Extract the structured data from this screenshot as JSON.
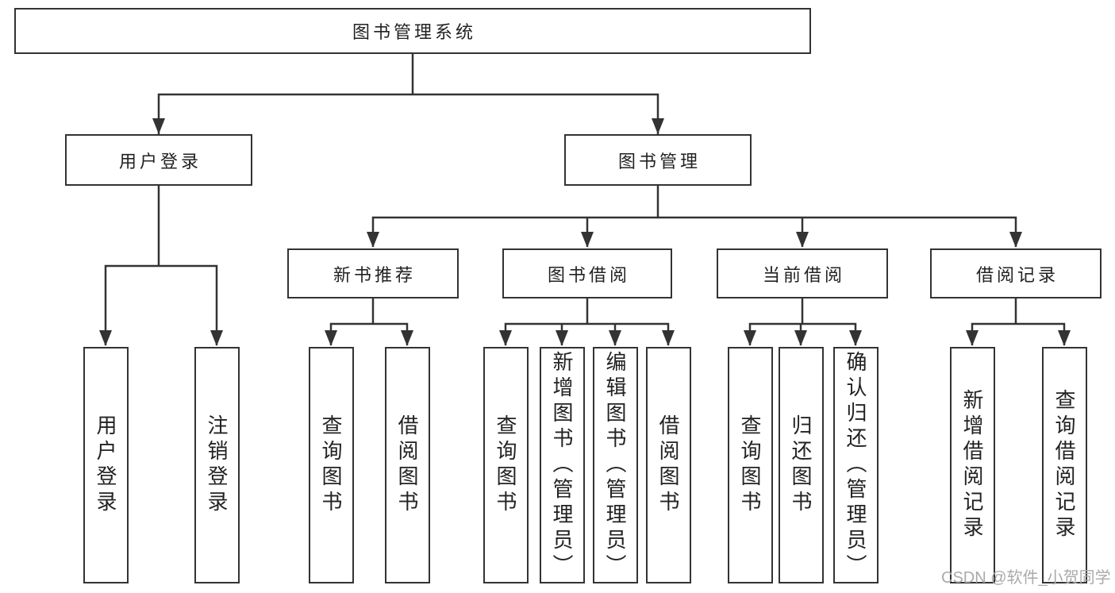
{
  "diagram": {
    "type": "hierarchy",
    "title": "图书管理系统",
    "tree": {
      "label": "图书管理系统",
      "children": [
        {
          "label": "用户登录",
          "children": [
            {
              "label": "用户登录"
            },
            {
              "label": "注销登录"
            }
          ]
        },
        {
          "label": "图书管理",
          "children": [
            {
              "label": "新书推荐",
              "children": [
                {
                  "label": "查询图书"
                },
                {
                  "label": "借阅图书"
                }
              ]
            },
            {
              "label": "图书借阅",
              "children": [
                {
                  "label": "查询图书"
                },
                {
                  "label": "新增图书（管理员）"
                },
                {
                  "label": "编辑图书（管理员）"
                },
                {
                  "label": "借阅图书"
                }
              ]
            },
            {
              "label": "当前借阅",
              "children": [
                {
                  "label": "查询图书"
                },
                {
                  "label": "归还图书"
                },
                {
                  "label": "确认归还（管理员）"
                }
              ]
            },
            {
              "label": "借阅记录",
              "children": [
                {
                  "label": "新增借阅记录"
                },
                {
                  "label": "查询借阅记录"
                }
              ]
            }
          ]
        }
      ]
    },
    "colors": {
      "line": "#333333",
      "box_border": "#333333",
      "box_fill": "#ffffff",
      "text": "#222222",
      "background": "#ffffff",
      "watermark": "#aaaaaa"
    },
    "watermark": "CSDN @软件_小贺同学"
  }
}
